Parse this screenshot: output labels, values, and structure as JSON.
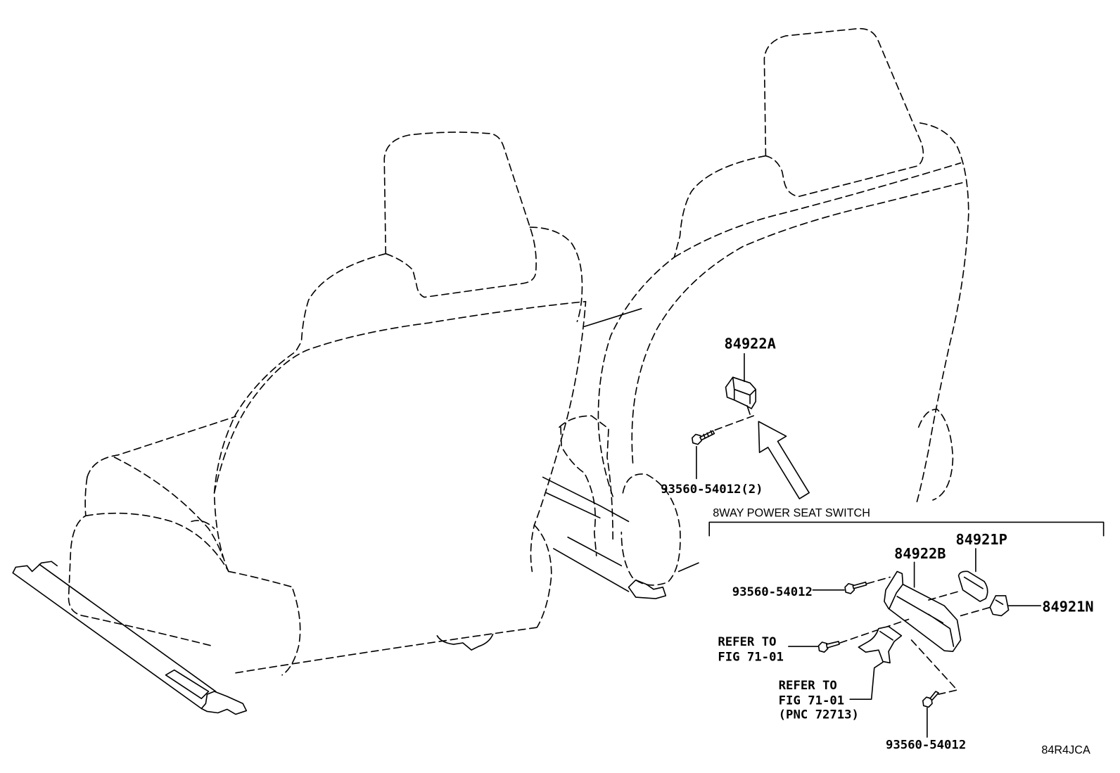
{
  "diagram": {
    "inset_title": "8WAY POWER SEAT SWITCH",
    "illustration_code": "84R4JCA",
    "callouts": {
      "switch_part": "84922A",
      "switch_screw": "93560-54012(2)",
      "knob_part_p": "84921P",
      "bracket_part": "84922B",
      "bracket_screw_upper": "93560-54012",
      "knob_part_n": "84921N",
      "bracket_screw_lower": "93560-54012"
    },
    "references": {
      "bolt_reference": [
        "REFER TO",
        "FIG 71-01"
      ],
      "lever_reference": [
        "REFER TO",
        "FIG 71-01",
        "(PNC 72713)"
      ]
    },
    "colors": {
      "line": "#000000",
      "background": "#ffffff"
    }
  }
}
